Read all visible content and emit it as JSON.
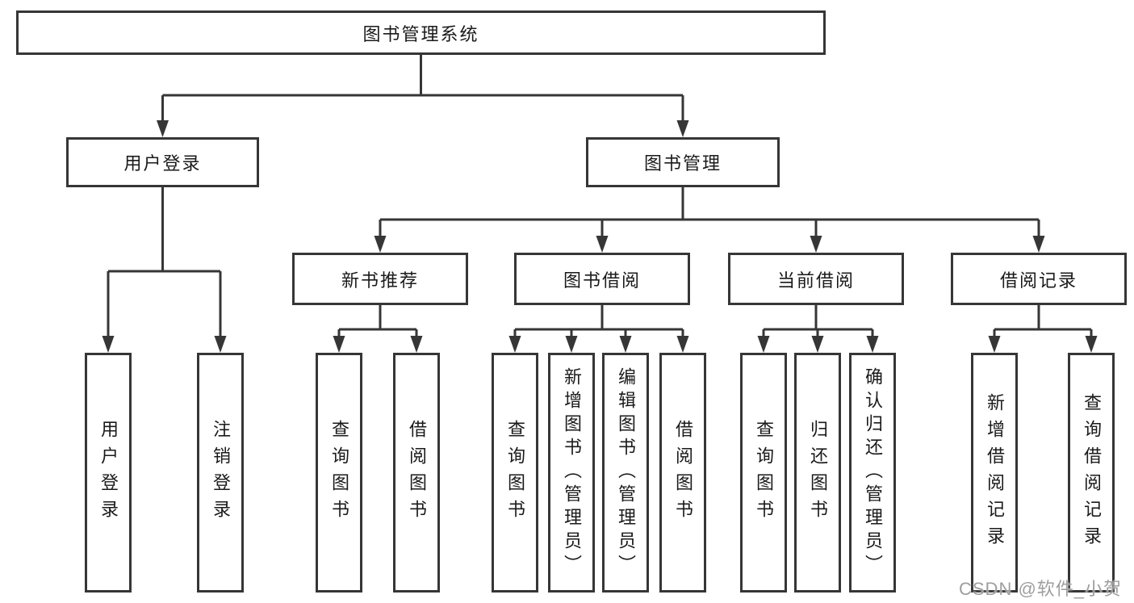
{
  "watermark": "CSDN @软件_小贺同学",
  "colors": {
    "line": "#363636",
    "box_border": "#363636",
    "text": "#1a1a1a",
    "watermark": "#9e9e9e",
    "background": "#ffffff"
  },
  "nodes": {
    "root": "图书管理系统",
    "branches": [
      {
        "label": "用户登录",
        "children": [
          "用户登录",
          "注销登录"
        ]
      },
      {
        "label": "图书管理",
        "sections": [
          {
            "label": "新书推荐",
            "children": [
              "查询图书",
              "借阅图书"
            ]
          },
          {
            "label": "图书借阅",
            "children": [
              "查询图书",
              "新增图书（管理员）",
              "编辑图书（管理员）",
              "借阅图书"
            ]
          },
          {
            "label": "当前借阅",
            "children": [
              "查询图书",
              "归还图书",
              "确认归还（管理员）"
            ]
          },
          {
            "label": "借阅记录",
            "children": [
              "新增借阅记录",
              "查询借阅记录"
            ]
          }
        ]
      }
    ]
  }
}
